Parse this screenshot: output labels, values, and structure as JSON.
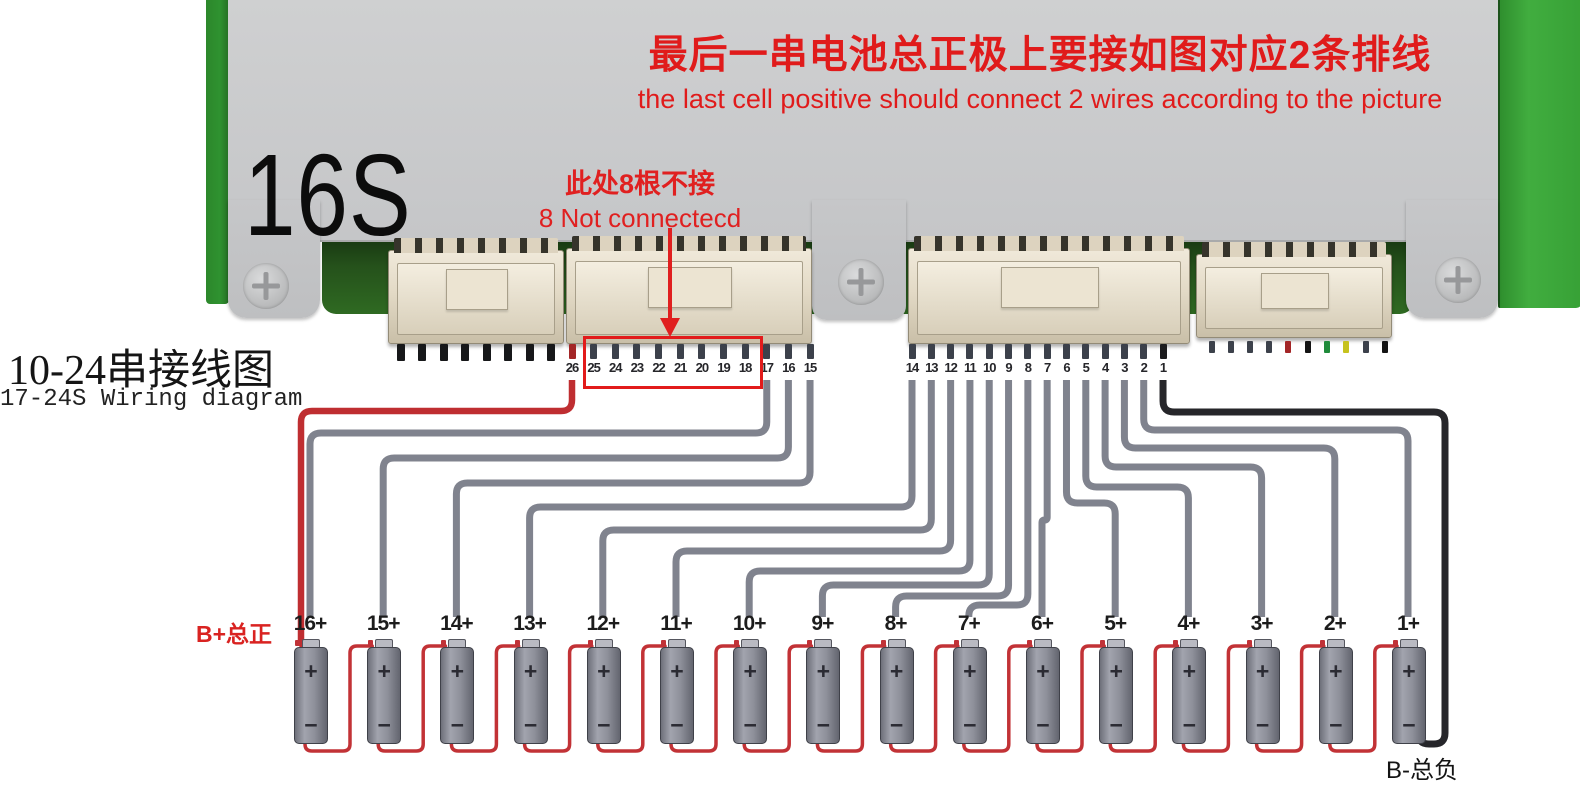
{
  "annotations": {
    "title_cn": "最后一串电池总正极上要接如图对应2条排线",
    "title_en": "the last cell positive should connect 2 wires according to the picture",
    "not_connected_cn": "此处8根不接",
    "not_connected_en": "8 Not connectecd",
    "diagram_title_cn": "10-24串接线图",
    "diagram_title_en": "17-24S Wiring diagram"
  },
  "board": {
    "label": "16S",
    "balance_connector_left": {
      "pin_numbers": [
        "26",
        "25",
        "24",
        "23",
        "22",
        "21",
        "20",
        "19",
        "18",
        "17",
        "16",
        "15"
      ],
      "not_connected_pins": [
        "25",
        "24",
        "23",
        "22",
        "21",
        "20",
        "19",
        "18"
      ]
    },
    "balance_connector_right": {
      "pin_numbers": [
        "14",
        "13",
        "12",
        "11",
        "10",
        "9",
        "8",
        "7",
        "6",
        "5",
        "4",
        "3",
        "2",
        "1"
      ]
    },
    "aux_connector_left_pin_count": 8,
    "aux_connector_right_pin_colors": [
      "slate",
      "slate",
      "slate",
      "slate",
      "red",
      "black",
      "green",
      "yellow",
      "slate",
      "black"
    ]
  },
  "pack": {
    "battery_labels": [
      "16+",
      "15+",
      "14+",
      "13+",
      "12+",
      "11+",
      "10+",
      "9+",
      "8+",
      "7+",
      "6+",
      "5+",
      "4+",
      "3+",
      "2+",
      "1+"
    ],
    "plus_symbol": "+",
    "minus_symbol": "−",
    "b_plus_label": "B+总正",
    "b_minus_label": "B-总负"
  },
  "wiring": {
    "sense_wires": [
      {
        "pin": "17",
        "battery": "16+"
      },
      {
        "pin": "16",
        "battery": "15+"
      },
      {
        "pin": "15",
        "battery": "14+"
      },
      {
        "pin": "14",
        "battery": "13+"
      },
      {
        "pin": "13",
        "battery": "12+"
      },
      {
        "pin": "12",
        "battery": "11+"
      },
      {
        "pin": "11",
        "battery": "10+"
      },
      {
        "pin": "10",
        "battery": "9+"
      },
      {
        "pin": "9",
        "battery": "8+"
      },
      {
        "pin": "8",
        "battery": "7+"
      },
      {
        "pin": "7",
        "battery": "6+"
      },
      {
        "pin": "6",
        "battery": "5+"
      },
      {
        "pin": "5",
        "battery": "4+"
      },
      {
        "pin": "4",
        "battery": "3+"
      },
      {
        "pin": "3",
        "battery": "2+"
      },
      {
        "pin": "2",
        "battery": "1+"
      }
    ],
    "b_plus_wire": {
      "pin": "26",
      "connects_to": "16+"
    },
    "b_minus_wire": {
      "pin": "1",
      "connects_to": "1+"
    }
  },
  "colors": {
    "annotation_red": "#e01b1b",
    "wire_gray": "#80838e",
    "wire_red": "#bf2e31",
    "wire_black": "#26262a",
    "series_link_red": "#c23236",
    "pcb_green": "#2f8f2e",
    "pcb_dark_green": "#25511b",
    "plate_gray": "#c9cacb",
    "connector_beige": "#e4dbc7",
    "pin_slate": "#3c414b",
    "pin_red": "#a32627",
    "pin_black": "#141414",
    "pin_green": "#1f8a3a",
    "pin_yellow": "#c6c21e",
    "battery_gray": "#8b8d97"
  }
}
